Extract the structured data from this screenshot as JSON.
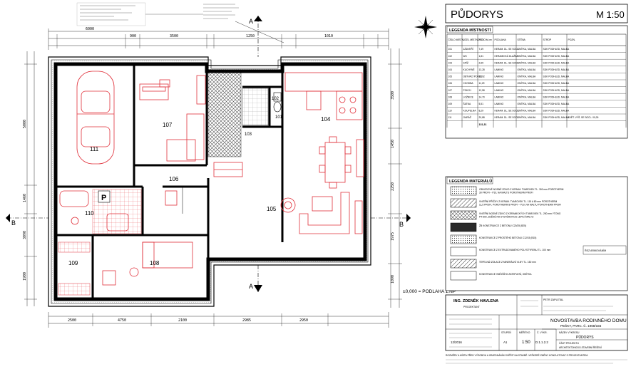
{
  "header": {
    "title": "PŮDORYS",
    "scale": "M 1:50"
  },
  "rooms_legend": {
    "title": "LEGENDA MÍSTNOSTÍ",
    "columns": [
      "ČÍSLO MÍSTN.",
      "ÚČEL MÍSTNOSTI",
      "PLOCHA m²",
      "PODLAHA",
      "STĚNA",
      "STROP",
      "POZN."
    ],
    "rows": [
      [
        "101",
        "ZÁDVEŘÍ",
        "7,49",
        "KERAM. DL. SE SOCL.",
        "OMÍTKA, MALBA",
        "SDK PODHLED, MALBA",
        ""
      ],
      [
        "102",
        "WC",
        "1,81",
        "KERAMICKÁ DLAŽBA",
        "OMÍTKA, MALBA",
        "SDK PODHLED, MALBA",
        ""
      ],
      [
        "103",
        "SPÍŽ",
        "2,69",
        "KERAM. DL. SE SOCL.",
        "OMÍTKA, MALBA",
        "SDK PODHLED, MALBA",
        ""
      ],
      [
        "104",
        "KUCHYNĚ",
        "13,28",
        "LAMINO",
        "OMÍTKA, MALBA",
        "SDK PODHLED, MALBA",
        ""
      ],
      [
        "105",
        "OBÝVACÍ POKOJ",
        "32,92",
        "LAMINO",
        "OMÍTKA, MALBA",
        "SDK PODHLED, MALBA",
        ""
      ],
      [
        "106",
        "CHODBA",
        "11,29",
        "LAMINO",
        "OMÍTKA, MALBA",
        "SDK PODHLED, MALBA",
        ""
      ],
      [
        "107",
        "POKOJ",
        "12,58",
        "LAMINO",
        "OMÍTKA, MALBA",
        "SDK PODHLED, MALBA",
        ""
      ],
      [
        "108",
        "LOŽNICE",
        "14,70",
        "LAMINO",
        "OMÍTKA, MALBA",
        "SDK PODHLED, MALBA",
        ""
      ],
      [
        "109",
        "ŠATNA",
        "5,51",
        "LAMINO",
        "OMÍTKA, MALBA",
        "SDK PODHLED, MALBA",
        ""
      ],
      [
        "110",
        "KOUPELNA",
        "8,29",
        "KERAM. DL. SE SOCL.",
        "OMÍTKA, MALBA",
        "SDK PODHLED, MALBA",
        ""
      ],
      [
        "111",
        "GARÁŽ",
        "20,88",
        "KERAM. DL. SE SOCL.",
        "OMÍTKA, MALBA",
        "SDK PODHLED, MALBA",
        "SVĚT. VÝŠ. SE SOCL. 00,00"
      ]
    ],
    "total": "131,31"
  },
  "materials_legend": {
    "title": "LEGENDA MATERIÁLŮ",
    "items": [
      "OBVODOVÉ NOSNÉ ZDIVO Z KERAM. TVAROVEK TL. 300 mm POROTHERM 30 PROFI – P10, NA MALTU POROTHERM PROFI",
      "VNITŘNÍ PŘÍČKY Z KERAM. TVAROVEK TL. 115 A 80 mm POROTHERM 11,5 PROFI, POROTHERM 8 PROFI – P10, NA MALTU POROTHERM PROFI",
      "VNITŘNÍ NOSNÉ ZDIVO Z KERAMICKÝCH TVAROVEK TL. 250 mm YTONG P4-500, ZDĚNÉ NA SYSTÉMOVOU LEPICÍ MALTU",
      "ŽB KONSTRUKCE Z BETONU C20/25 (B25)",
      "KONSTRUKCE Z PROSTÉHO BETONU C12/15 (B15)",
      "KONSTRUKCE Z EXTRUDOVANÉHO POLYSTYRENU TL. 100 mm",
      "TEPELNÁ IZOLACE Z MINERÁLNÍ VLNY TL. 150 mm",
      "KONSTRUKCE VNĚJŠÍHO ZATEPLENÍ, OMÍTKA"
    ],
    "note_box": "ŘEZ ARMOVÁNÍM"
  },
  "plan": {
    "level_note": "±0,000 = PODLAHA 1.NP",
    "section_a": "A",
    "section_b": "B",
    "room_numbers": [
      "101",
      "102",
      "103",
      "104",
      "105",
      "106",
      "107",
      "108",
      "109",
      "110",
      "111"
    ],
    "dims_top": [
      "6000",
      "900",
      "3500",
      "1250",
      "1010"
    ],
    "dims_bottom": [
      "2500",
      "4750",
      "2100",
      "2985",
      "2950"
    ],
    "dims_right": [
      "3500",
      "1450",
      "2250",
      "1975",
      "1090"
    ],
    "dims_left": [
      "5000",
      "1460",
      "3090",
      "1900"
    ]
  },
  "title_block": {
    "designer": "ING. ZDENĚK HAVLENA",
    "designer_sub": "PROJEKTANT",
    "investor": "PETR ZAPLETAL",
    "building": "NOVOSTAVBA RODINNÉHO DOMU",
    "location": "PEŠKY, PARC. Č. 1968/155",
    "drawing_name": "PŮDORYS",
    "drawing_label": "NÁZEV VÝKRESU",
    "stage_label": "STUPEŇ",
    "scale_label": "MĚŘÍTKO",
    "number_label": "Č. VÝKR.",
    "scale": "1:50",
    "drawing_number": "D.1.1.2.2",
    "part": "ČÁST PROJEKTU",
    "part_value": "ARCHITEKTONICKO-STAVEBNÍ ŘEŠENÍ",
    "format": "A1",
    "date": "12/2016"
  },
  "footer_note": "ROZMĚRY A MÍSTA PŘED VÝROBOU A OBJEDNÁNÍM OVĚŘIT NA STAVBĚ. VEŠKERÉ ZMĚNY KONZULTOVAT S PROJEKTANTEM."
}
